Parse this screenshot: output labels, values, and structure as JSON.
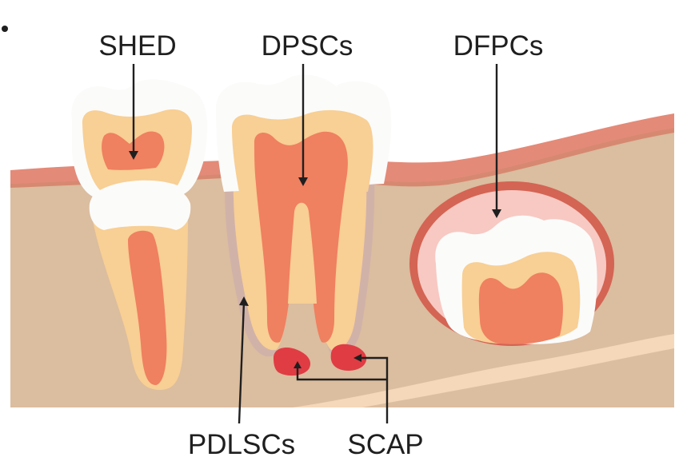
{
  "labels": {
    "shed": "SHED",
    "dpscs": "DPSCs",
    "dfpcs": "DFPCs",
    "pdlscs": "PDLSCs",
    "scap": "SCAP"
  },
  "colors": {
    "bone": "#dbbd9f",
    "gum": "#e48a78",
    "gum_dark": "#d46454",
    "enamel": "#fbfbfa",
    "dentin": "#f8cf94",
    "pulp": "#ef8060",
    "papilla": "#e03c44",
    "sac": "#f7c9c2",
    "nerve": "#f5d7b9",
    "pointer": "#1f1f1f"
  }
}
